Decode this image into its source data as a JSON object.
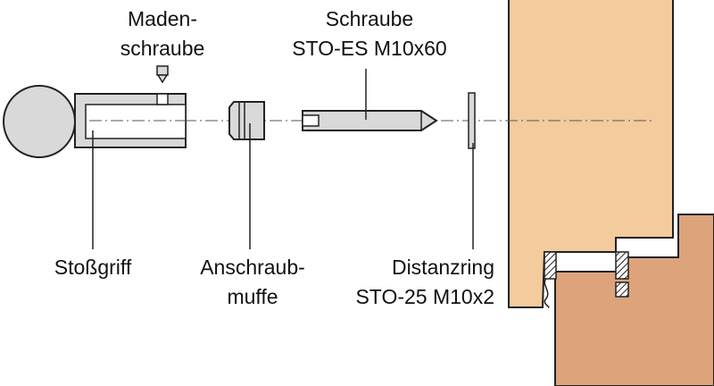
{
  "labels": {
    "madenschraube_1": "Maden-",
    "madenschraube_2": "schraube",
    "schraube_1": "Schraube",
    "schraube_2": "STO-ES M10x60",
    "stossgriff": "Stoßgriff",
    "anschraubmuffe_1": "Anschraub-",
    "anschraubmuffe_2": "muffe",
    "distanzring_1": "Distanzring",
    "distanzring_2": "STO-25 M10x2"
  },
  "colors": {
    "part_fill": "#d9d9d9",
    "outline": "#222222",
    "door_leaf": "#f3cb9d",
    "door_frame": "#dda47c",
    "gasket": "#444444"
  }
}
